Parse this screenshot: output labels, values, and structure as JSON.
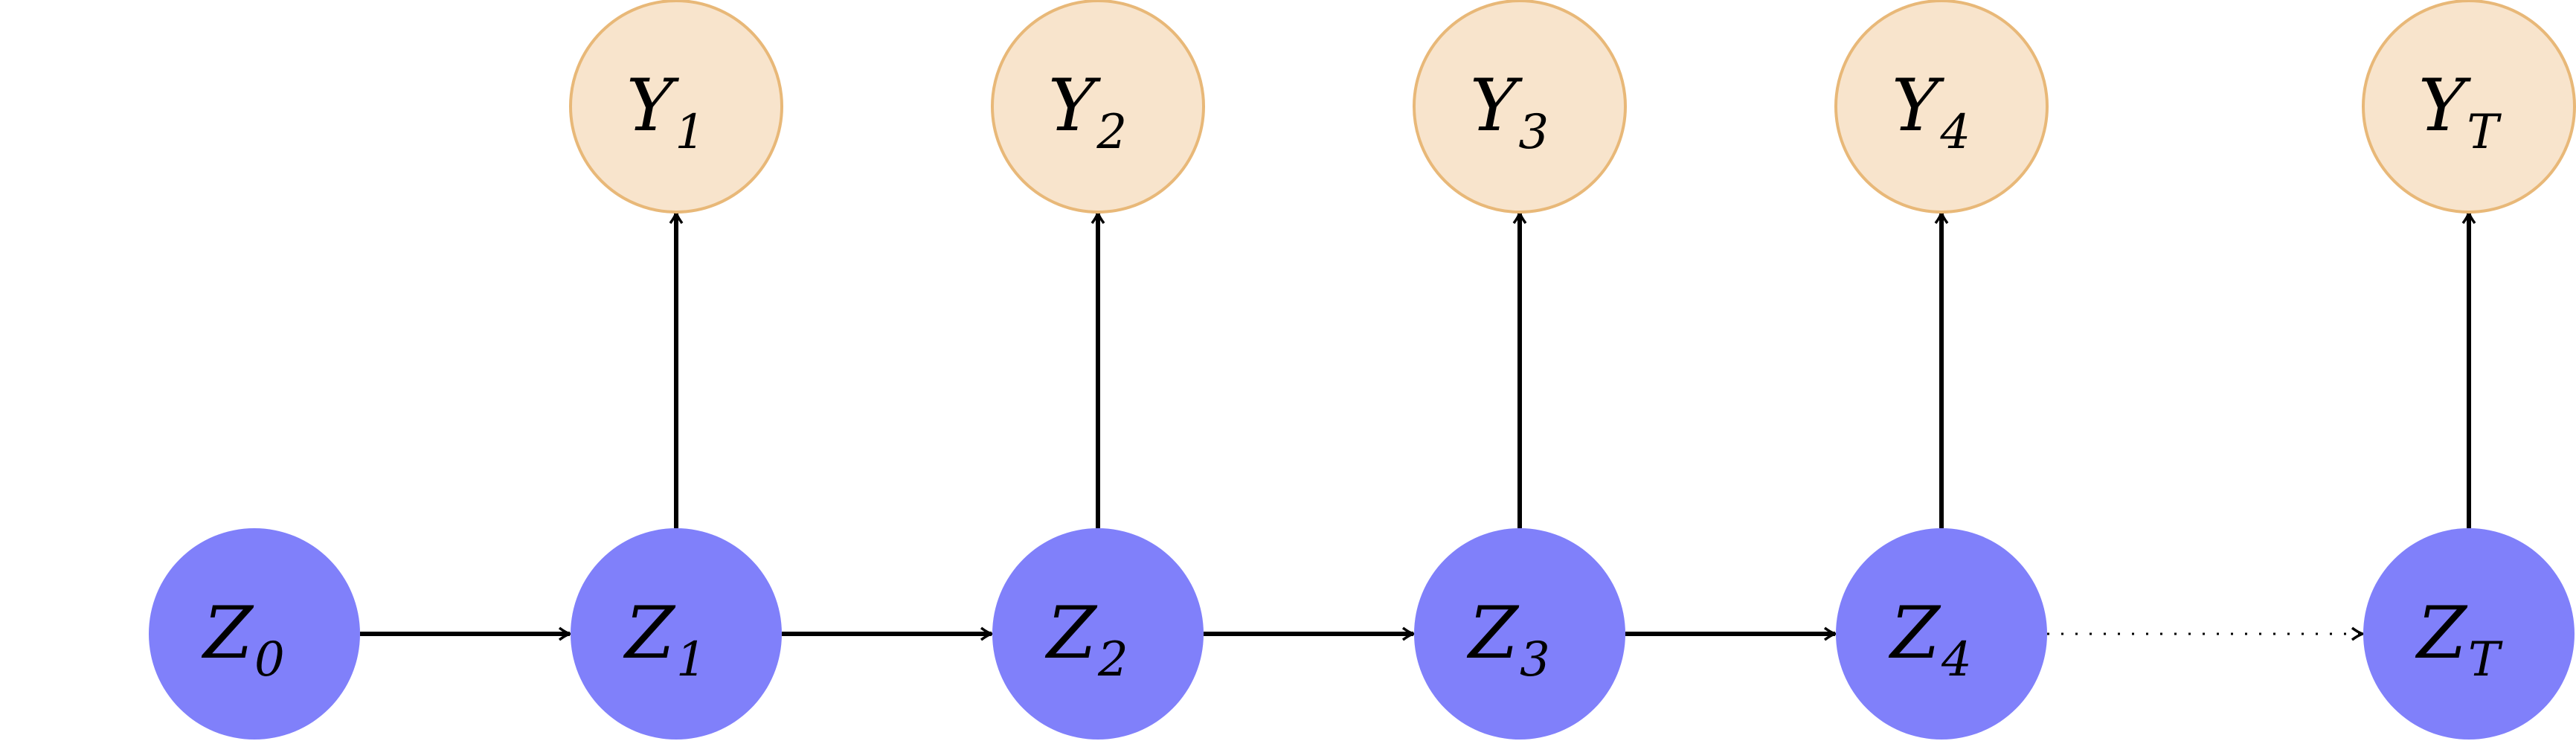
{
  "latent_nodes": [
    {
      "id": "z0",
      "symbol": "Z",
      "subscript": "0"
    },
    {
      "id": "z1",
      "symbol": "Z",
      "subscript": "1"
    },
    {
      "id": "z2",
      "symbol": "Z",
      "subscript": "2"
    },
    {
      "id": "z3",
      "symbol": "Z",
      "subscript": "3"
    },
    {
      "id": "z4",
      "symbol": "Z",
      "subscript": "4"
    },
    {
      "id": "zT",
      "symbol": "Z",
      "subscript": "T"
    }
  ],
  "observed_nodes": [
    {
      "id": "y1",
      "symbol": "Y",
      "subscript": "1",
      "parent": "z1"
    },
    {
      "id": "y2",
      "symbol": "Y",
      "subscript": "2",
      "parent": "z2"
    },
    {
      "id": "y3",
      "symbol": "Y",
      "subscript": "3",
      "parent": "z3"
    },
    {
      "id": "y4",
      "symbol": "Y",
      "subscript": "4",
      "parent": "z4"
    },
    {
      "id": "yT",
      "symbol": "Y",
      "subscript": "T",
      "parent": "zT"
    }
  ],
  "edges": [
    {
      "from": "z0",
      "to": "z1",
      "style": "solid"
    },
    {
      "from": "z1",
      "to": "z2",
      "style": "solid"
    },
    {
      "from": "z2",
      "to": "z3",
      "style": "solid"
    },
    {
      "from": "z3",
      "to": "z4",
      "style": "solid"
    },
    {
      "from": "z4",
      "to": "zT",
      "style": "dotted"
    },
    {
      "from": "z1",
      "to": "y1",
      "style": "solid"
    },
    {
      "from": "z2",
      "to": "y2",
      "style": "solid"
    },
    {
      "from": "z3",
      "to": "y3",
      "style": "solid"
    },
    {
      "from": "z4",
      "to": "y4",
      "style": "solid"
    },
    {
      "from": "zT",
      "to": "yT",
      "style": "solid"
    }
  ],
  "colors": {
    "latent_fill": "#8080fa",
    "observed_fill": "#f8e4cc",
    "observed_stroke": "#e8b878",
    "edge": "#000000"
  }
}
